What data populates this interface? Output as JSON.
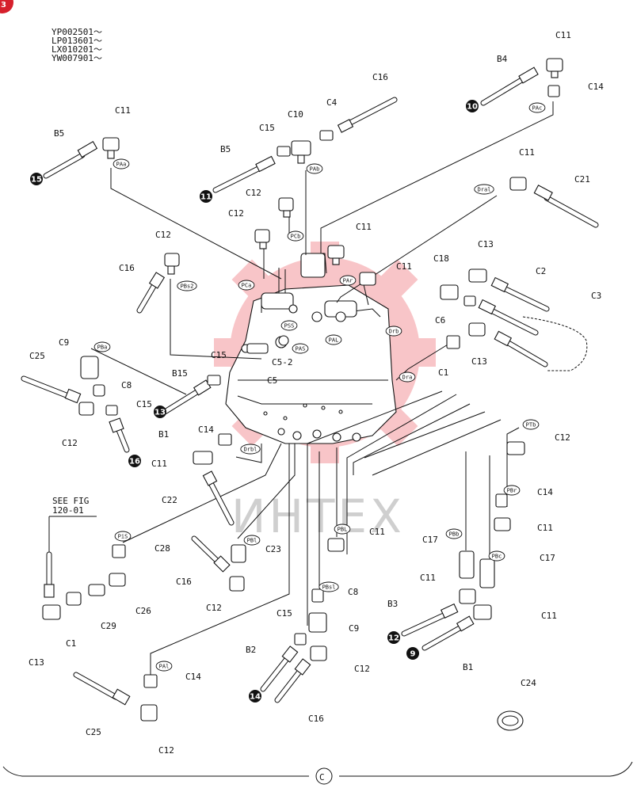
{
  "page": {
    "corner_badge": "3",
    "serials": [
      "YP002501～",
      "LP013601～",
      "LX010201～",
      "YW007901～"
    ],
    "see_fig": [
      "SEE FIG",
      "120-01"
    ],
    "watermark": "ИНТЕХ",
    "footer_mark": "C"
  },
  "ports": [
    "PAa",
    "PAb",
    "PCb",
    "PCa",
    "PBs2",
    "PAr",
    "Dral",
    "PAc",
    "PSS",
    "PAS",
    "PAL",
    "Drb",
    "Dra",
    "PBa",
    "Drbl",
    "PTb",
    "PBr",
    "PiS",
    "PBl",
    "PBL",
    "PBb",
    "PBc",
    "PBsl",
    "PAl"
  ],
  "labels": [
    "C11",
    "C10",
    "C4",
    "C16",
    "C15",
    "B5",
    "C12",
    "C12",
    "C11",
    "C11",
    "B4",
    "C11",
    "C14",
    "C11",
    "C21",
    "C18",
    "C13",
    "C2",
    "C3",
    "C12",
    "C16",
    "C9",
    "C25",
    "C8",
    "C15",
    "C5",
    "C5-2",
    "C6",
    "C13",
    "C1",
    "B15",
    "C15",
    "C12",
    "B1",
    "C14",
    "C11",
    "C22",
    "C12",
    "C14",
    "C11",
    "C28",
    "C23",
    "C16",
    "C26",
    "C29",
    "C13",
    "C1",
    "C12",
    "C11",
    "C17",
    "C17",
    "C11",
    "C8",
    "C9",
    "C15",
    "B3",
    "C11",
    "B2",
    "C12",
    "B1",
    "C14",
    "C25",
    "C12",
    "C16",
    "C24",
    "B5"
  ],
  "circled_numbers": [
    "15",
    "11",
    "10",
    "13",
    "16",
    "12",
    "9",
    "14"
  ]
}
